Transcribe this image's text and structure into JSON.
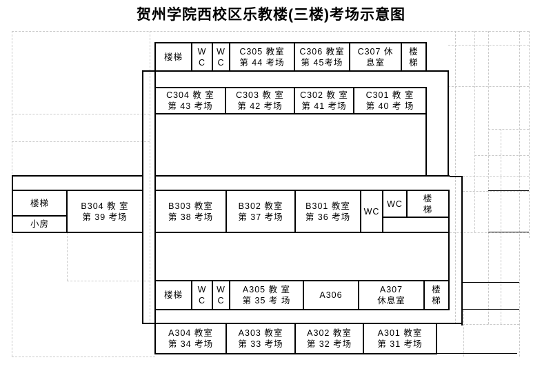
{
  "title": "贺州学院西校区乐教楼(三楼)考场示意图",
  "colors": {
    "wall": "#000000",
    "grid": "#c9c9c9",
    "background": "#ffffff"
  },
  "rooms": {
    "top": [
      {
        "line1": "楼梯"
      },
      {
        "line1": "W",
        "line2": "C"
      },
      {
        "line1": "W",
        "line2": "C"
      },
      {
        "line1": "C305 教室",
        "line2": "第 44 考场"
      },
      {
        "line1": "C306 教室",
        "line2": "第 45考场"
      },
      {
        "line1": "C307 休",
        "line2": "息室"
      },
      {
        "line1": "楼",
        "line2": "梯"
      }
    ],
    "c": [
      {
        "line1": "C304 教 室",
        "line2": "第 43 考场"
      },
      {
        "line1": "C303 教 室",
        "line2": "第 42 考场"
      },
      {
        "line1": "C302 教 室",
        "line2": "第 41 考场"
      },
      {
        "line1": "C301 教 室",
        "line2": "第 40 考 场"
      }
    ],
    "b_left": [
      {
        "line1": "楼梯"
      },
      {
        "line1": "小房"
      },
      {
        "line1": "B304 教 室",
        "line2": "第 39 考场"
      }
    ],
    "b_right": [
      {
        "line1": "B303 教室",
        "line2": "第 38 考场"
      },
      {
        "line1": "B302 教室",
        "line2": "第 37 考场"
      },
      {
        "line1": "B301 教室",
        "line2": "第 36 考场"
      },
      {
        "line1": "WC"
      },
      {
        "line1": "WC"
      },
      {
        "line1": "楼",
        "line2": "梯"
      }
    ],
    "a": [
      {
        "line1": "楼梯"
      },
      {
        "line1": "W",
        "line2": "C"
      },
      {
        "line1": "W",
        "line2": "C"
      },
      {
        "line1": "A305 教 室",
        "line2": "第 35 考 场"
      },
      {
        "line1": "A306"
      },
      {
        "line1": "A307",
        "line2": "休息室"
      },
      {
        "line1": "楼",
        "line2": "梯"
      }
    ],
    "a_bottom": [
      {
        "line1": "A304 教室",
        "line2": "第 34 考场"
      },
      {
        "line1": "A303 教室",
        "line2": "第 33 考场"
      },
      {
        "line1": "A302 教室",
        "line2": "第 32 考场"
      },
      {
        "line1": "A301 教室",
        "line2": "第 31 考场"
      }
    ]
  }
}
